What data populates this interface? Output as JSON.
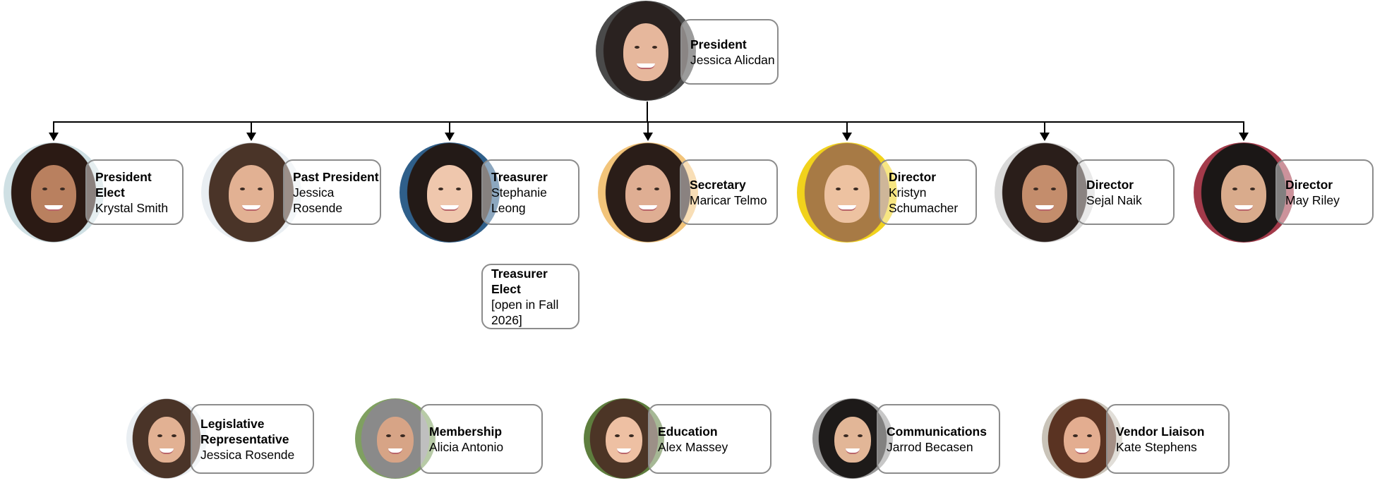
{
  "president": {
    "role": "President",
    "name": "Jessica Alicdan",
    "skin": "#e6b79c",
    "hair": "#2a2220",
    "bg": "#4a4a4a"
  },
  "board": [
    {
      "role": "President Elect",
      "name": "Krystal Smith",
      "skin": "#b9805f",
      "hair": "#2b1a14",
      "bg": "#cfe0e4"
    },
    {
      "role": "Past President",
      "name": "Jessica Rosende",
      "skin": "#e2b193",
      "hair": "#4a3428",
      "bg": "#e9eef2"
    },
    {
      "role": "Treasurer",
      "name": "Stephanie Leong",
      "skin": "#efc7ad",
      "hair": "#231a17",
      "bg": "#2f5f8a"
    },
    {
      "role": "Secretary",
      "name": "Maricar Telmo",
      "skin": "#dfae93",
      "hair": "#2a1d18",
      "bg": "#f2c47a"
    },
    {
      "role": "Director",
      "name": "Kristyn Schumacher",
      "skin": "#edc2a1",
      "hair": "#a77a45",
      "bg": "#f1d21c"
    },
    {
      "role": "Director",
      "name": "Sejal Naik",
      "skin": "#c48d6c",
      "hair": "#2a1e1a",
      "bg": "#d8d8d8"
    },
    {
      "role": "Director",
      "name": "May Riley",
      "skin": "#d9ab8c",
      "hair": "#1b1716",
      "bg": "#a33a4a"
    }
  ],
  "treasurer_elect": {
    "role": "Treasurer Elect",
    "name": "[open in Fall 2026]"
  },
  "committees": [
    {
      "role": "Legislative Representative",
      "name": "Jessica Rosende",
      "skin": "#e2b193",
      "hair": "#4a3428",
      "bg": "#e9eef2"
    },
    {
      "role": "Membership",
      "name": "Alicia Antonio",
      "skin": "#d7a486",
      "hair": "#8a8a8a",
      "bg": "#7fa060"
    },
    {
      "role": "Education",
      "name": "Alex Massey",
      "skin": "#eec0a3",
      "hair": "#4c3526",
      "bg": "#5e7e3e"
    },
    {
      "role": "Communications",
      "name": "Jarrod Becasen",
      "skin": "#e2b697",
      "hair": "#1d1a19",
      "bg": "#9a9a9a"
    },
    {
      "role": "Vendor Liaison",
      "name": "Kate Stephens",
      "skin": "#e3ad90",
      "hair": "#5a3322",
      "bg": "#c9c3b8"
    }
  ]
}
